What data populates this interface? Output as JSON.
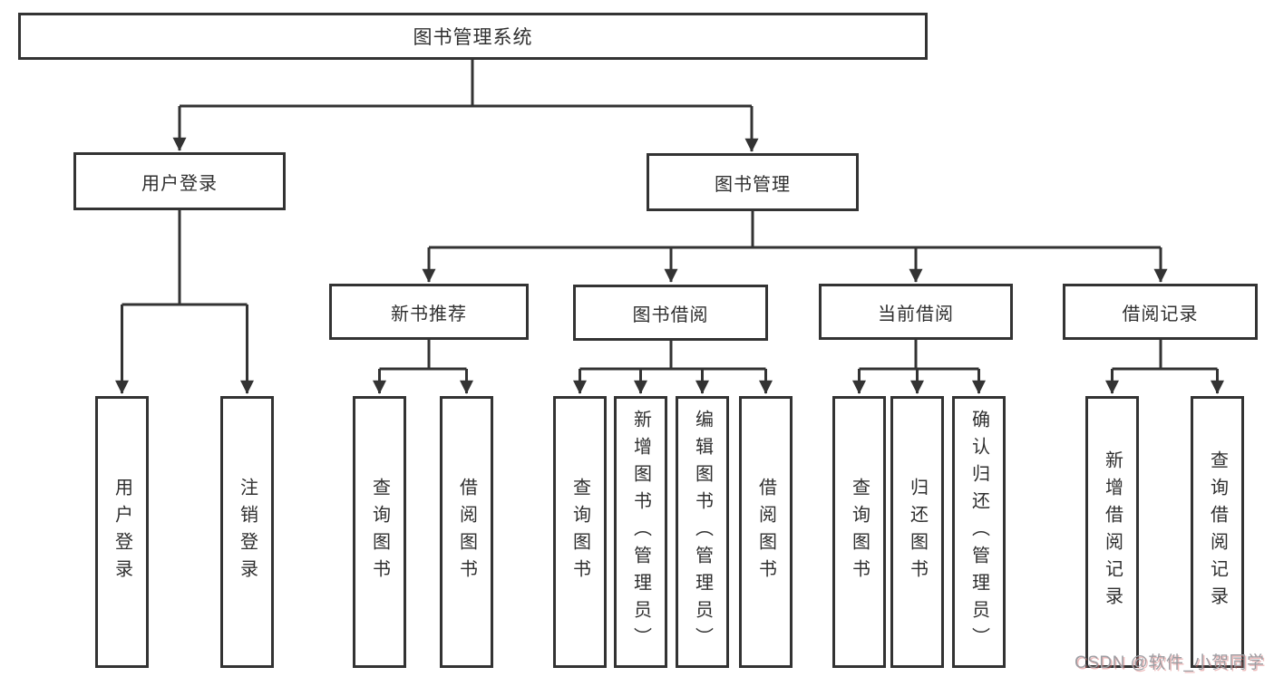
{
  "diagram": {
    "title": "图书管理系统",
    "level2": [
      {
        "label": "用户登录"
      },
      {
        "label": "图书管理"
      }
    ],
    "level3": [
      {
        "parent": "图书管理",
        "label": "新书推荐"
      },
      {
        "parent": "图书管理",
        "label": "图书借阅"
      },
      {
        "parent": "图书管理",
        "label": "当前借阅"
      },
      {
        "parent": "图书管理",
        "label": "借阅记录"
      }
    ],
    "leaves": [
      {
        "parent": "用户登录",
        "label": "用户登录"
      },
      {
        "parent": "用户登录",
        "label": "注销登录"
      },
      {
        "parent": "新书推荐",
        "label": "查询图书"
      },
      {
        "parent": "新书推荐",
        "label": "借阅图书"
      },
      {
        "parent": "图书借阅",
        "label": "查询图书"
      },
      {
        "parent": "图书借阅",
        "label": "新增图书（管理员）"
      },
      {
        "parent": "图书借阅",
        "label": "编辑图书（管理员）"
      },
      {
        "parent": "图书借阅",
        "label": "借阅图书"
      },
      {
        "parent": "当前借阅",
        "label": "查询图书"
      },
      {
        "parent": "当前借阅",
        "label": "归还图书"
      },
      {
        "parent": "当前借阅",
        "label": "确认归还（管理员）"
      },
      {
        "parent": "借阅记录",
        "label": "新增借阅记录"
      },
      {
        "parent": "借阅记录",
        "label": "查询借阅记录"
      }
    ],
    "watermark": "CSDN @软件_小贺同学",
    "colors": {
      "line": "#333333",
      "box_border": "#333333",
      "text": "#2f2f2f",
      "watermark": "#9d9da2",
      "background": "#ffffff"
    }
  }
}
